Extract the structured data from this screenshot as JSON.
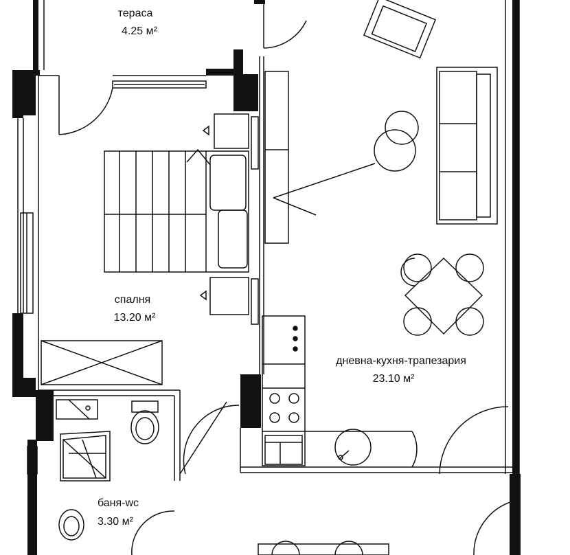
{
  "rooms": [
    {
      "id": "terrace",
      "name": "тераса",
      "area": "4.25 м²"
    },
    {
      "id": "bedroom",
      "name": "спалня",
      "area": "13.20 м²"
    },
    {
      "id": "living",
      "name": "дневна-кухня-трапезария",
      "area": "23.10 м²"
    },
    {
      "id": "bathroom",
      "name": "баня-wc",
      "area": "3.30 м²"
    }
  ],
  "colors": {
    "wall": "#111111",
    "line": "#111111",
    "background": "#ffffff"
  }
}
